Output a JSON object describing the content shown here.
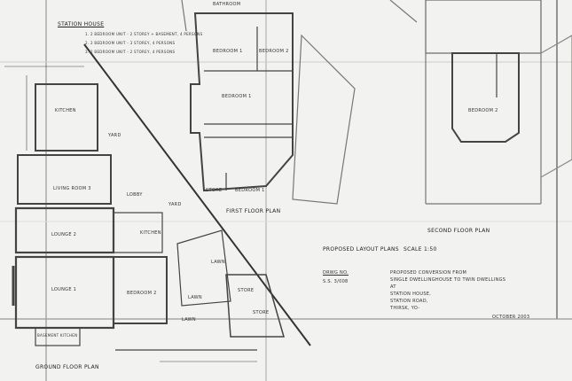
{
  "title_block": {
    "schedule_title": "Station House",
    "schedule": [
      "1. 2 Bedroom unit - 2 storey + basement, 4 persons",
      "2. 2 Bedroom unit - 3 storey, 4 persons",
      "3. 2 Bedroom unit - 2 storey, 4 persons"
    ],
    "sheet_title": "Proposed Layout Plans",
    "scale": "Scale 1:50",
    "drawing_no_label": "Drwg No.",
    "drawing_no": "S.S. 3/008",
    "description": [
      "Proposed Conversion from",
      "Single Dwellinghouse to Twin Dwellings",
      "at",
      "Station House,",
      "Station Road,",
      "Thirsk, Yo-"
    ],
    "date": "October 2003"
  },
  "plans": {
    "ground": "Ground Floor Plan",
    "first": "First Floor Plan",
    "second": "Second Floor Plan"
  },
  "rooms": {
    "kitchen1": "Kitchen",
    "yard1": "Yard",
    "yard2": "Yard",
    "living3": "Living Room 3",
    "lounge2": "Lounge 2",
    "lounge1": "Lounge 1",
    "kitchen2": "Kitchen",
    "bed2g": "Bedroom 2",
    "lawn1": "Lawn",
    "lawn2": "Lawn",
    "lawn3": "Lawn",
    "store1": "Store",
    "store2": "Store",
    "bath": "Bathroom",
    "bed1a": "Bedroom 1",
    "bed2a": "Bedroom 2",
    "bed1b": "Bedroom 1",
    "bed1c": "Bedroom 1",
    "store3": "Store",
    "bed2s": "Bedroom 2",
    "lobby": "Lobby",
    "basement": "Basement Kitchen"
  }
}
